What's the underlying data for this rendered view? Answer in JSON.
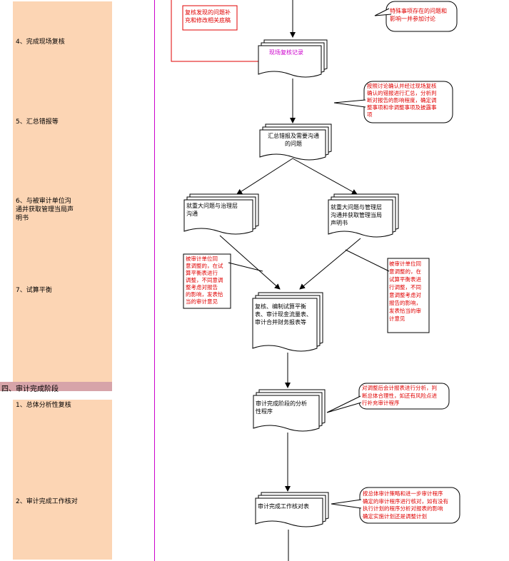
{
  "left_steps": [
    {
      "label": "4、完成现场复核"
    },
    {
      "label": "5、汇总错报等"
    },
    {
      "label": "6、与被审计单位沟\n通并获取管理当局声\n明书"
    },
    {
      "label": "7、试算平衡"
    },
    {
      "label": "1、总体分析性复核"
    },
    {
      "label": "2、审计完成工作核对"
    }
  ],
  "phase": {
    "label": "四、审计完成阶段"
  },
  "documents": {
    "field_review_record": "现场复核记录",
    "summary_misstatement": "汇总错报及需要沟通\n的问题",
    "comm_governance": "就重大问题与治理层\n沟通",
    "comm_management": "就重大问题与管理层\n沟通并获取管理当局\n声明书",
    "trial_balance": "复核、编制试算平衡\n表、审计现金流量表、\n审计合并财务报表等",
    "completion_analysis": "审计完成阶段的分析\n性程序",
    "completion_checklist": "审计完成工作核对表"
  },
  "notes": {
    "supplement": "复核发现的问题补\n充和修改相关底稿",
    "special_matters": "特殊事项存在的问题和\n影响一并参加讨论",
    "confirm_adjust": "按照讨论确认并经过现场复核\n确认的错报进行汇总，分析判\n断对报告的影响程度，确定调\n整事项和非调整事项及披露事\n项",
    "client_agree_left": "被审计单位同\n意调整的，在试\n算平衡表进行\n调整，不同意调\n整考虑对报告\n的影响，发表恰\n当的审计意见",
    "client_agree_right": "被审计单位同\n意调整的，在\n试算平衡表进\n行调整，不同\n意调整考虑对\n报告的影响，\n发表恰当的审\n计意见",
    "after_adjust": "对调整后会计报表进行分析，判\n断总体合理性，如还有风险点进\n行补充审计程序",
    "overall_strategy": "按总体审计策略和进一步审计程序\n确定的审计程序进行核对，如有没有\n执行计划的程序分析对报表的影响\n确定实施计划还是调整计划"
  },
  "colors": {
    "panel": "#fcd5b4",
    "phase_bar": "#d7a4a9",
    "divider": "#cc00cc",
    "note_red": "#e00000",
    "magenta": "#cc00cc"
  }
}
